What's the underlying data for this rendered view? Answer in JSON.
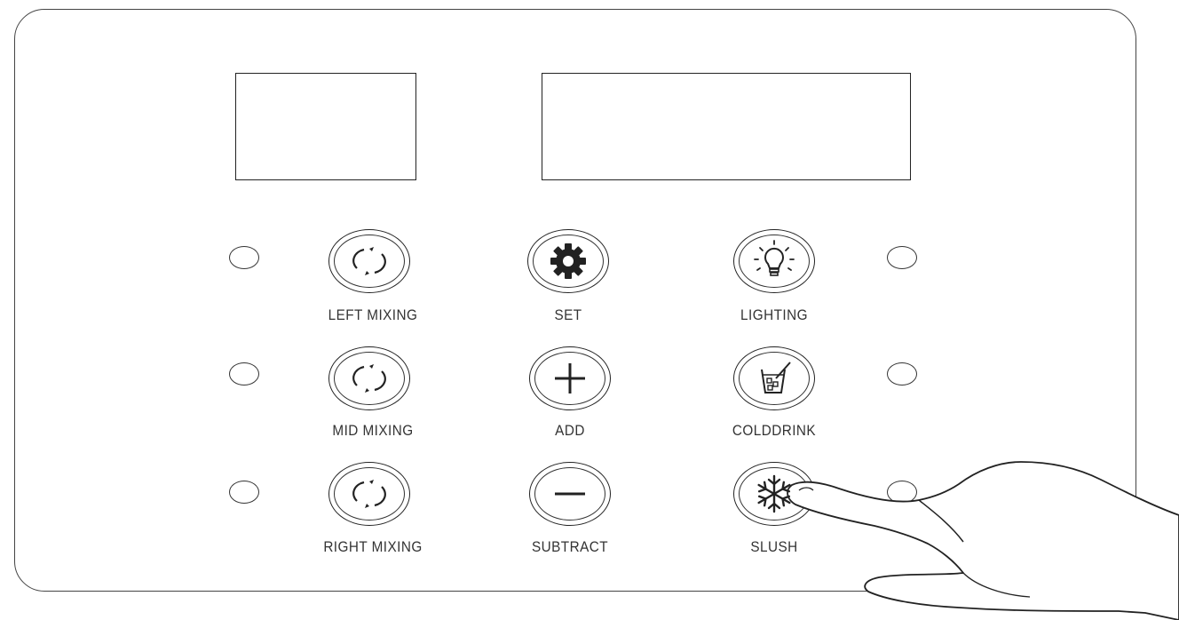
{
  "buttons": {
    "left_mixing": {
      "label": "LEFT MIXING",
      "icon": "rotate-icon"
    },
    "set": {
      "label": "SET",
      "icon": "gear-icon"
    },
    "lighting": {
      "label": "LIGHTING",
      "icon": "light-bulb-icon"
    },
    "mid_mixing": {
      "label": "MID MIXING",
      "icon": "rotate-icon"
    },
    "add": {
      "label": "ADD",
      "icon": "plus-icon"
    },
    "colddrink": {
      "label": "COLDDRINK",
      "icon": "cold-drink-icon"
    },
    "right_mixing": {
      "label": "RIGHT MIXING",
      "icon": "rotate-icon"
    },
    "subtract": {
      "label": "SUBTRACT",
      "icon": "minus-icon"
    },
    "slush": {
      "label": "SLUSH",
      "icon": "snowflake-icon"
    }
  },
  "colors": {
    "line": "#222222",
    "background": "#ffffff"
  }
}
